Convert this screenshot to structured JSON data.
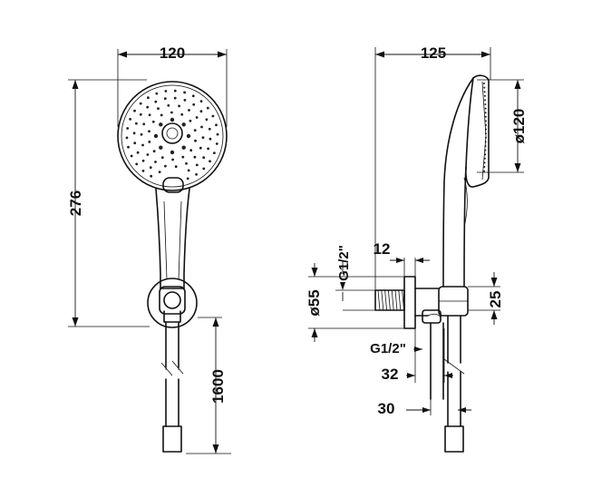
{
  "dimensions": {
    "width_front": "120",
    "height_total": "276",
    "hose_length": "1600",
    "width_side": "125",
    "head_diameter": "ø120",
    "offset_12": "12",
    "thread_top": "G1/2\"",
    "bracket_diameter": "ø55",
    "thread_bottom": "G1/2\"",
    "dim_32": "32",
    "dim_30": "30",
    "dim_25": "25"
  },
  "colors": {
    "line": "#111111",
    "background": "#ffffff"
  }
}
